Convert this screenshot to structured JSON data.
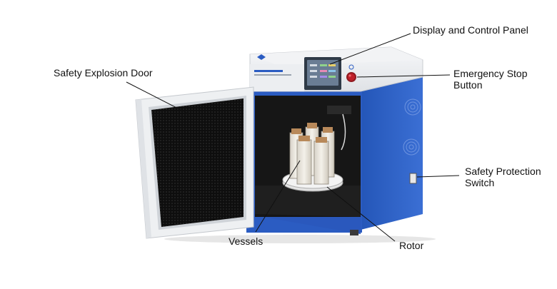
{
  "labels": {
    "display_panel": "Display and Control Panel",
    "safety_door": "Safety Explosion Door",
    "emergency_stop": [
      "Emergency Stop",
      "Button"
    ],
    "safety_switch": [
      "Safety Protection",
      "Switch"
    ],
    "vessels": "Vessels",
    "rotor": "Rotor"
  },
  "colors": {
    "cabinet_blue": "#2b5cc2",
    "door_panel": "#eef0f2",
    "cavity": "#161616",
    "panel_screen": "#6a7d94",
    "stop_button": "#c0202a",
    "leader_line": "#111111"
  },
  "icons": [
    "fan-vent-icon",
    "emergency-stop-icon",
    "brand-logo-icon"
  ]
}
